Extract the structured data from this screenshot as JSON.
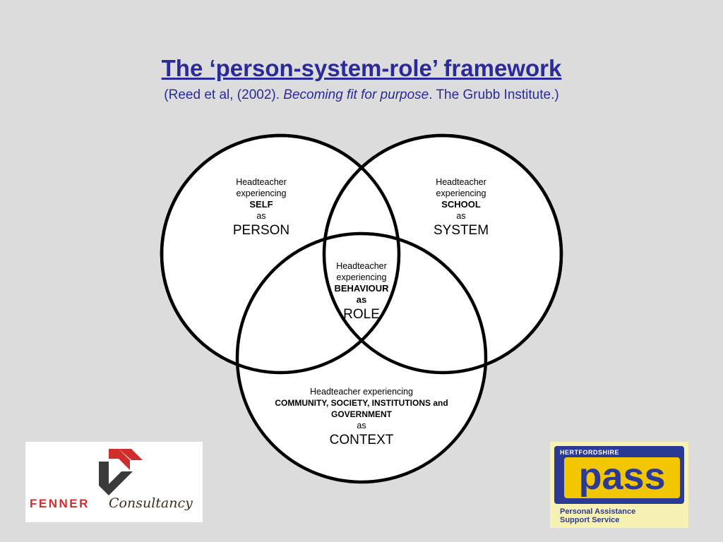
{
  "header": {
    "title": "The ‘person-system-role’ framework",
    "subtitle_pre": "(Reed et al, (2002). ",
    "subtitle_italic": "Becoming fit for purpose",
    "subtitle_post": ". The Grubb Institute.)"
  },
  "venn": {
    "self": {
      "line1": "Headteacher",
      "line2": "experiencing",
      "key": "SELF",
      "as": "as",
      "term": "PERSON"
    },
    "school": {
      "line1": "Headteacher",
      "line2": "experiencing",
      "key": "SCHOOL",
      "as": "as",
      "term": "SYSTEM"
    },
    "role": {
      "line1": "Headteacher",
      "line2": "experiencing",
      "key": "BEHAVIOUR",
      "as": "as",
      "term": "ROLE"
    },
    "context": {
      "line1": "Headteacher experiencing",
      "key1": "COMMUNITY, SOCIETY, INSTITUTIONS and",
      "key2": "GOVERNMENT",
      "as": "as",
      "term": "CONTEXT"
    }
  },
  "logos": {
    "fenner_word": "FENNER",
    "fenner_script": "Consultancy",
    "pass_region": "HERTFORDSHIRE",
    "pass_word": "pass",
    "pass_line1": "Personal Assistance",
    "pass_line2": "Support Service"
  },
  "colors": {
    "title": "#2a2a9c",
    "background": "#dcdcdc",
    "fenner_red": "#d12d2d",
    "pass_blue": "#2b3a94",
    "pass_yellow": "#f2c700"
  }
}
